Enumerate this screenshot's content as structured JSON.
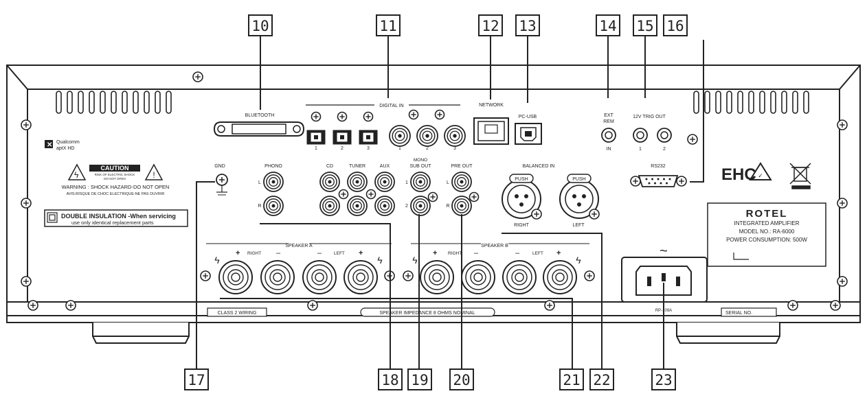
{
  "callouts": {
    "c10": "10",
    "c11": "11",
    "c12": "12",
    "c13": "13",
    "c14": "14",
    "c15": "15",
    "c16": "16",
    "c17": "17",
    "c18": "18",
    "c19": "19",
    "c20": "20",
    "c21": "21",
    "c22": "22",
    "c23": "23"
  },
  "labels": {
    "bluetooth": "BLUETOOTH",
    "digital_in": "DIGITAL IN",
    "digital_1a": "1",
    "digital_2a": "2",
    "digital_3a": "3",
    "digital_1b": "1",
    "digital_2b": "2",
    "digital_3b": "3",
    "network": "NETWORK",
    "pc_usb": "PC-USB",
    "ext_rem": "EXT",
    "ext_rem2": "REM",
    "ext_in": "IN",
    "trig_out": "12V TRIG OUT",
    "trig_1": "1",
    "trig_2": "2",
    "rs232": "RS232",
    "qualcomm": "Qualcomm",
    "aptx": "aptX HD",
    "caution": "CAUTION",
    "caution_sub1": "RISK OF ELECTRIC SHOCK",
    "caution_sub2": "DO NOT OPEN",
    "warning": "WARNING : SHOCK HAZARD-DO NOT OPEN",
    "avis": "AVIS:RISQUE DE CHOC ELECTRIQUE-NE PAS OUVRIR",
    "double_insulation": "DOUBLE INSULATION -When servicing",
    "double_insulation2": "use only identical replacement parts",
    "gnd": "GND",
    "phono": "PHONO",
    "cd": "CD",
    "tuner": "TUNER",
    "aux": "AUX",
    "mono": "MONO",
    "sub_out": "SUB OUT",
    "pre_out": "PRE OUT",
    "balanced_in": "BALANCED IN",
    "push": "PUSH",
    "right": "RIGHT",
    "left": "LEFT",
    "l": "L",
    "r": "R",
    "one": "1",
    "two": "2",
    "speaker_a": "SPEAKER  A",
    "speaker_b": "SPEAKER  B",
    "plus": "+",
    "minus": "–",
    "class2": "CLASS 2 WIRING",
    "impedance": "SPEAKER IMPEDANCE 8 OHMS NOMINAL",
    "rotel": "ROTEL",
    "integrated": "INTEGRATED AMPLIFIER",
    "model": "MODEL NO.:  RA-6000",
    "power": "POWER CONSUMPTION: 500W",
    "ac_symbol": "~",
    "rp": "RP-109A",
    "serial": "SERIAL NO.",
    "eac": "EHC"
  }
}
